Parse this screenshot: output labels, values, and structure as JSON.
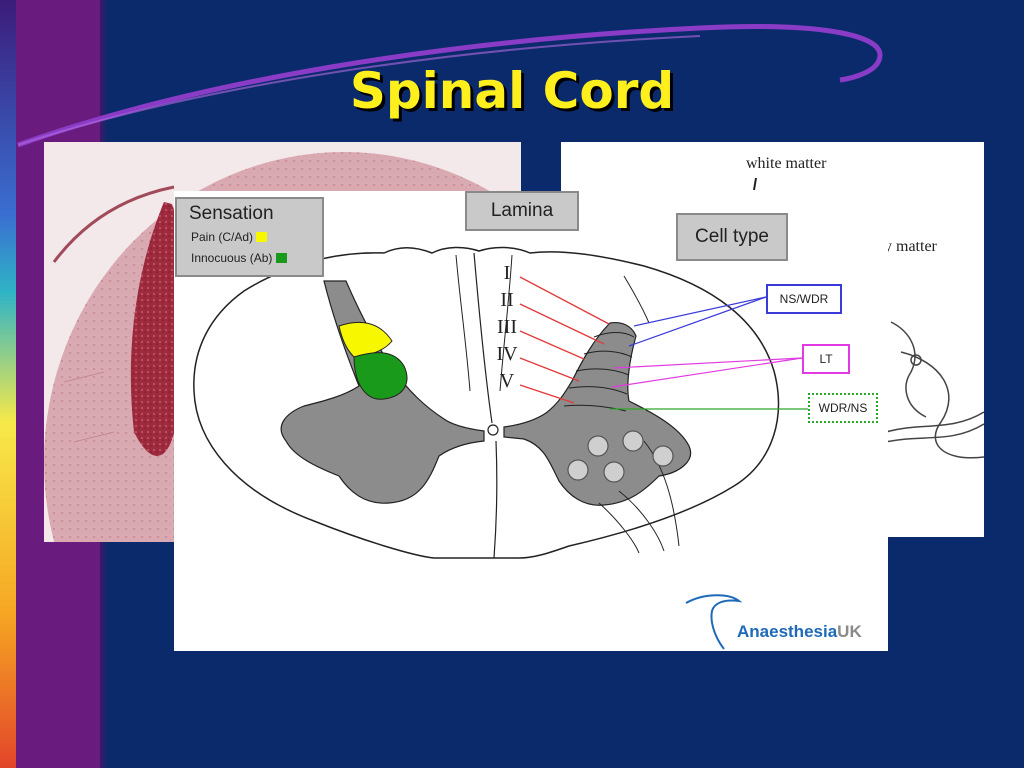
{
  "slide": {
    "title": "Spinal Cord"
  },
  "schematic": {
    "white_matter_label": "white matter",
    "grey_matter_label": "y matter"
  },
  "diagram": {
    "sensation_box": {
      "title": "Sensation",
      "items": [
        {
          "label": "Pain (C/Ad)",
          "color": "#f7f700"
        },
        {
          "label": "Innocuous (Ab)",
          "color": "#1a9a1a"
        }
      ]
    },
    "lamina_box": {
      "title": "Lamina"
    },
    "cell_type_box": {
      "title": "Cell type"
    },
    "laminae": [
      "I",
      "II",
      "III",
      "IV",
      "V"
    ],
    "cell_types": [
      {
        "label": "NS/WDR",
        "color": "#3a3adb"
      },
      {
        "label": "LT",
        "color": "#e23ae2"
      },
      {
        "label": "WDR/NS",
        "color": "#2aa82a"
      }
    ],
    "logo": {
      "name_main": "Anaesthesia",
      "name_suffix": "UK"
    }
  },
  "colors": {
    "background": "#0b2a6b",
    "title": "#ffef1c",
    "grey_matter": "#8c8c8c",
    "lamina_lines": "#e23a3a"
  }
}
